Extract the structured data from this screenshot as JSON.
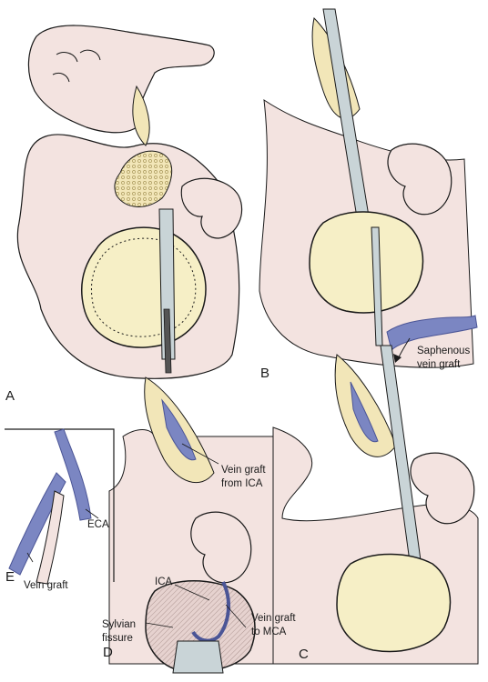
{
  "panels": {
    "a": "A",
    "b": "B",
    "c": "C",
    "d": "D",
    "e": "E"
  },
  "annotations": {
    "saphenous_line1": "Saphenous",
    "saphenous_line2": "vein graft",
    "vein_graft_ica_line1": "Vein graft",
    "vein_graft_ica_line2": "from ICA",
    "eca": "ECA",
    "vein_graft_e": "Vein graft",
    "ica": "ICA",
    "vein_graft_mca_line1": "Vein graft",
    "vein_graft_mca_line2": "to MCA",
    "sylvian_line1": "Sylvian",
    "sylvian_line2": "fissure"
  },
  "colors": {
    "skin": "#f3e3e0",
    "skin_shadow": "#e8cfcc",
    "fat": "#f2e6b8",
    "tissue_yellow": "#f6efc6",
    "instrument": "#c9d4d7",
    "vein": "#7b86c2",
    "vein_dark": "#4b5596",
    "ink": "#1a1a1a"
  }
}
